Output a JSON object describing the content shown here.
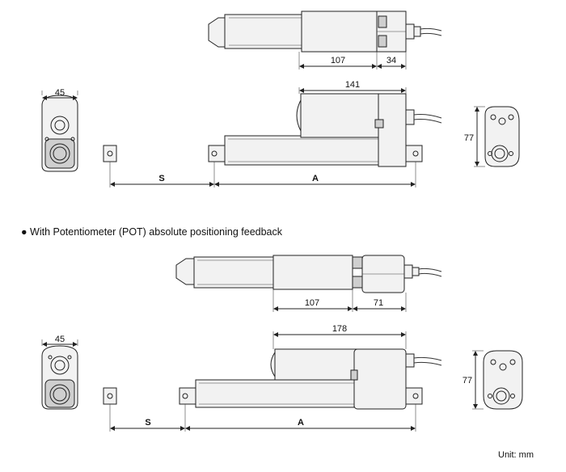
{
  "caption": {
    "bullet": "●",
    "text": "With Potentiometer (POT) absolute positioning feedback"
  },
  "unit_label": "Unit: mm",
  "top_section": {
    "top_view": {
      "dim_left": "107",
      "dim_right": "34"
    },
    "end_view_left": {
      "width": "45"
    },
    "side_view": {
      "dim_top": "141",
      "stroke": "S",
      "length": "A"
    },
    "end_view_right": {
      "height": "77"
    }
  },
  "bottom_section": {
    "top_view": {
      "dim_left": "107",
      "dim_right": "71"
    },
    "end_view_left": {
      "width": "45"
    },
    "side_view": {
      "dim_top": "178",
      "stroke": "S",
      "length": "A"
    },
    "end_view_right": {
      "height": "77"
    }
  }
}
